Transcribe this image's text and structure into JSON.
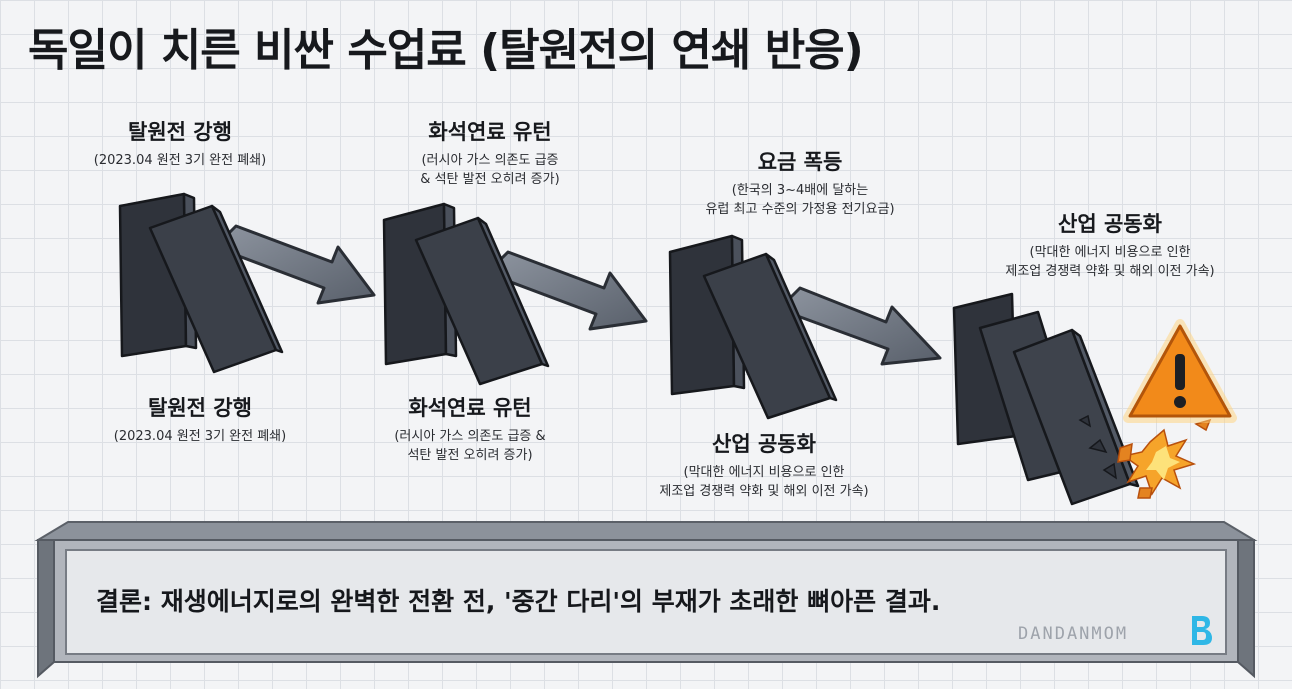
{
  "title": "독일이 치른 비싼 수업료 (탈원전의 연쇄 반응)",
  "steps": [
    {
      "heading": "탈원전 강행",
      "detail": [
        "(2023.04 원전 3기 완전 폐쇄)"
      ]
    },
    {
      "heading": "화석연료 유턴",
      "detail": [
        "(러시아 가스 의존도 급증",
        "& 석탄 발전 오히려 증가)"
      ]
    },
    {
      "heading": "요금 폭등",
      "detail": [
        "(한국의 3~4배에 달하는",
        "유럽 최고 수준의 가정용 전기요금)"
      ]
    },
    {
      "heading": "산업 공동화",
      "detail": [
        "(막대한 에너지 비용으로 인한",
        "제조업 경쟁력 약화 및 해외 이전 가속)"
      ]
    }
  ],
  "lower_labels": [
    {
      "heading": "탈원전 강행",
      "detail": [
        "(2023.04 원전 3기 완전 폐쇄)"
      ]
    },
    {
      "heading": "화석연료 유턴",
      "detail": [
        "(러시아 가스 의존도 급증 &",
        "석탄 발전 오히려 증가)"
      ]
    },
    {
      "heading": "산업 공동화",
      "detail": [
        "(막대한 에너지 비용으로 인한",
        "제조업 경쟁력 약화 및 해외 이전 가속)"
      ]
    }
  ],
  "conclusion": "결론: 재생에너지로의 완벽한 전환 전, '중간 다리'의 부재가 초래한 뼈아픈 결과.",
  "watermark": "DANDANMOM",
  "icons": {
    "warning": "warning-triangle-icon",
    "explosion": "explosion-icon",
    "arrow": "down-right-arrow-icon"
  },
  "colors": {
    "domino": "#3a3f48",
    "warning": "#f28a1a",
    "watermark_logo": "#2fb7e6"
  }
}
